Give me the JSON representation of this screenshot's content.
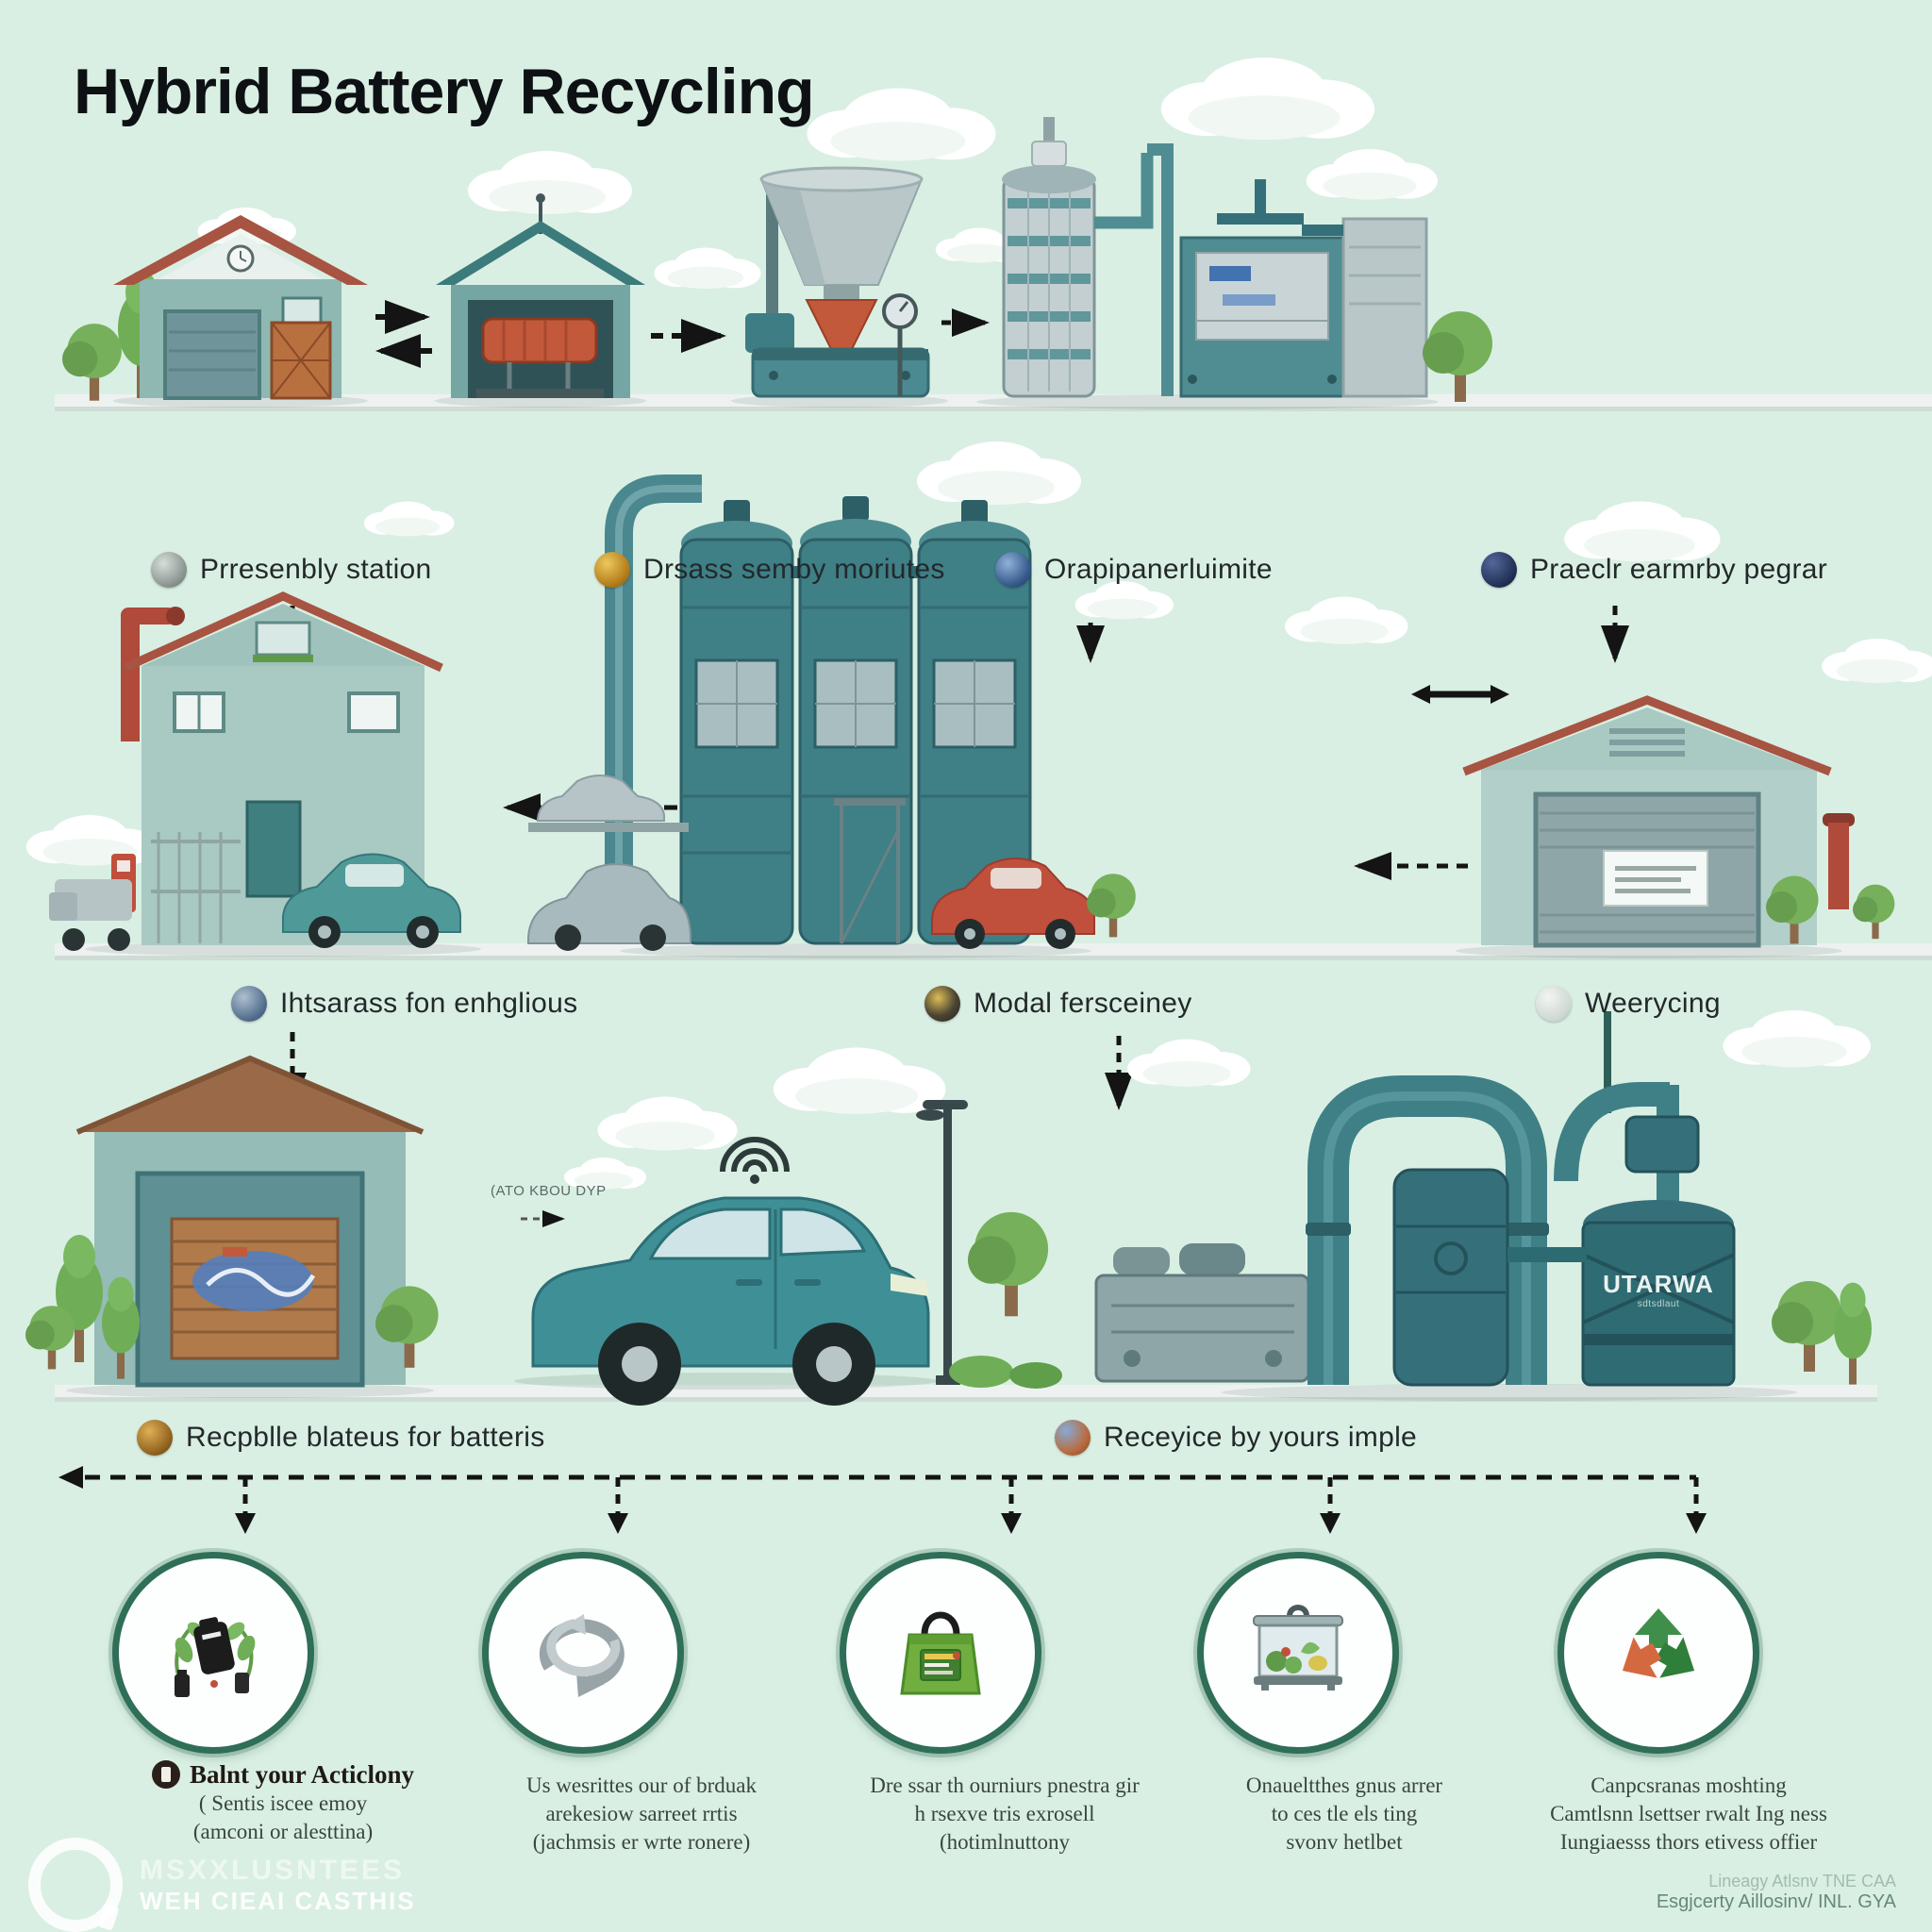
{
  "title": "Hybrid Battery Recycling",
  "rows": {
    "r1": {
      "labels": [
        {
          "icon": "photo-badge-icon",
          "text": "Prresenbly station"
        },
        {
          "icon": "gold-badge-icon",
          "text": "Drsass semby moriutes"
        },
        {
          "icon": "globe-badge-icon",
          "text": "Orapipanerluimite"
        },
        {
          "icon": "navy-badge-icon",
          "text": "Praeclr earmrby pegrar"
        }
      ]
    },
    "r2": {
      "labels": [
        {
          "icon": "blue-badge-icon",
          "text": "Ihtsarass fon enhglious"
        },
        {
          "icon": "dark-badge-icon",
          "text": "Modal fersceiney"
        },
        {
          "icon": "pale-badge-icon",
          "text": "Weerycing"
        }
      ]
    },
    "r3": {
      "labels": [
        {
          "icon": "bronze-badge-icon",
          "text": "Recpblle blateus for batteris"
        },
        {
          "icon": "earth-badge-icon",
          "text": "Receyice by yours imple"
        }
      ]
    }
  },
  "scene": {
    "car_note": "(ATO KBOU DYP",
    "tank_label": "UTARWA",
    "tank_sublabel": "sdtsdlaut"
  },
  "bottom": {
    "icons": [
      "battery-with-leaves",
      "metal-swirl-arrows",
      "green-shopping-bag",
      "produce-display-case",
      "recycling-arrows"
    ],
    "captions": [
      {
        "lines": [
          "Balnt your Acticlony",
          "( Sentis iscee emoy",
          "(amconi or alesttina)"
        ]
      },
      {
        "lines": [
          "Us wesrittes our of brduak",
          "arekesiow sarreet rrtis",
          "(jachmsis er wrte ronere)"
        ]
      },
      {
        "lines": [
          "Dre ssar th ourniurs pnestra gir",
          "h rsexve tris exrosell",
          "(hotimlnuttony"
        ]
      },
      {
        "lines": [
          "Onaueltthes gnus arrer",
          "to ces tle els ting",
          "svonv hetlbet"
        ]
      },
      {
        "lines": [
          "Canpcsranas moshting",
          "Camtlsnn lsettser rwalt Ing ness",
          "Iungiaesss thors etivess offier"
        ]
      }
    ]
  },
  "watermark": {
    "line1": "MSXXLUSNTEES",
    "line2": "WEH CIEAI CASTHIS"
  },
  "footer": {
    "line1": "Lineagy Atlsnv TNE CAA",
    "line2": "Esgjcerty Aillosinv/ INL. GYA"
  },
  "colors": {
    "background": "#d9efe3",
    "accent_teal": "#3f7f86",
    "accent_red": "#b04a3a",
    "circle_ring": "#2f6e57"
  }
}
